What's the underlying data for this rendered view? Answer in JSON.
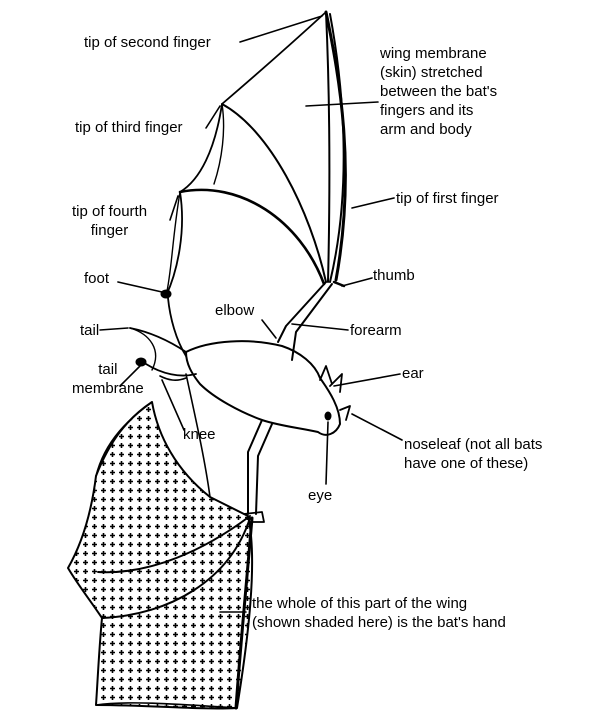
{
  "colors": {
    "ink": "#000000",
    "background": "#ffffff"
  },
  "labels": {
    "tip_second_finger": "tip of second finger",
    "tip_third_finger": "tip of third finger",
    "tip_fourth_finger": [
      "tip of fourth",
      "finger"
    ],
    "foot": "foot",
    "tail": "tail",
    "tail_membrane": [
      "tail",
      "membrane"
    ],
    "knee": "knee",
    "wing_membrane": [
      "wing membrane",
      "(skin) stretched",
      "between the bat's",
      "fingers and its",
      "arm and body"
    ],
    "tip_first_finger": "tip of first finger",
    "thumb": "thumb",
    "elbow": "elbow",
    "forearm": "forearm",
    "ear": "ear",
    "noseleaf": [
      "noseleaf (not all bats",
      "have one of these)"
    ],
    "eye": "eye",
    "hand_note": [
      "the whole of this part of the wing",
      "(shown shaded here) is the bat's hand"
    ]
  }
}
